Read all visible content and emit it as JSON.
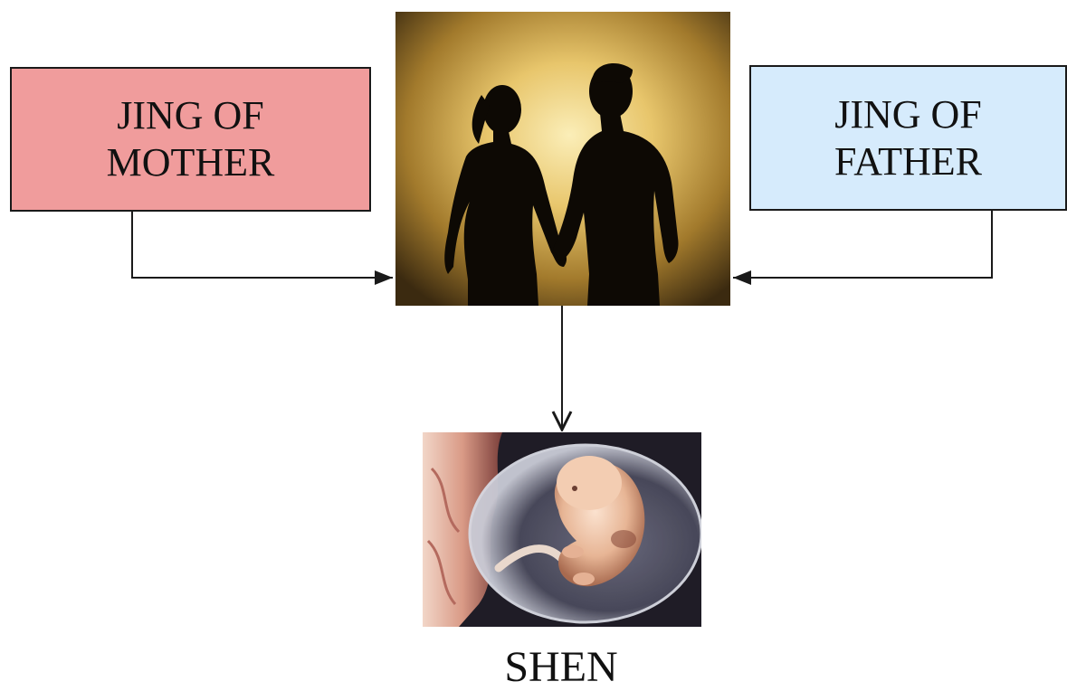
{
  "diagram": {
    "mother_box": {
      "line1": "JING OF",
      "line2": "MOTHER",
      "fill": "#f09c9c"
    },
    "father_box": {
      "line1": "JING OF",
      "line2": "FATHER",
      "fill": "#d6ebfc"
    },
    "result_label": "SHEN",
    "couple_image_icon": "couple-silhouette-holding-hands",
    "embryo_image_icon": "embryo-in-amniotic-sac"
  },
  "colors": {
    "line": "#1a1a1a",
    "background": "#ffffff"
  }
}
